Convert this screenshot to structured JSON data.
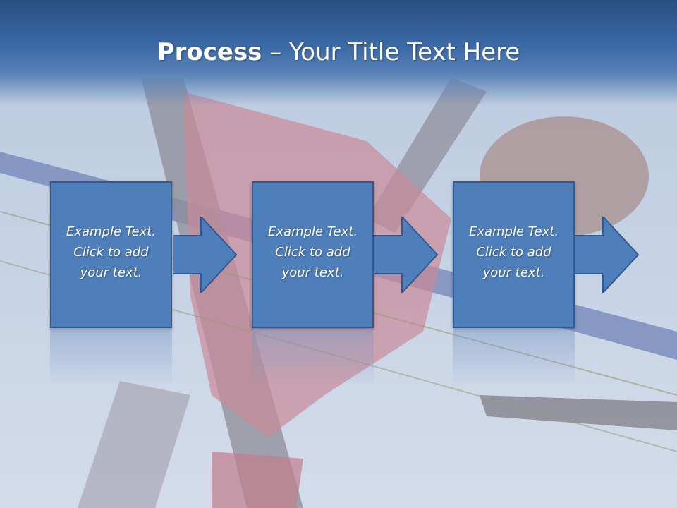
{
  "slide": {
    "title_bold": "Process",
    "title_rest": " – Your Title Text Here"
  },
  "process_steps": [
    {
      "line1": "Example Text.",
      "line2": "Click  to add",
      "line3": "your text."
    },
    {
      "line1": "Example Text.",
      "line2": "Click  to add",
      "line3": "your text."
    },
    {
      "line1": "Example Text.",
      "line2": "Click  to add",
      "line3": "your text."
    }
  ],
  "colors": {
    "box_fill": "#4f7fbb",
    "box_border": "#2e5b93",
    "title_band": "#2a4f82",
    "text": "#ffffff"
  }
}
